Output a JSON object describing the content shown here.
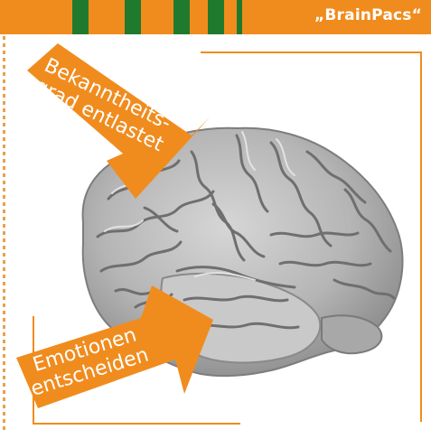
{
  "header": {
    "title": "„BrainPacs“",
    "brand_color": "#f08c1e",
    "stripe_color": "#1f7a2e"
  },
  "callouts": {
    "top": {
      "line1": "Bekanntheits-",
      "line2": "grad entlastet"
    },
    "bottom": {
      "line1": "Emotionen",
      "line2": "entscheiden"
    }
  },
  "image": {
    "subject": "brain-illustration"
  }
}
